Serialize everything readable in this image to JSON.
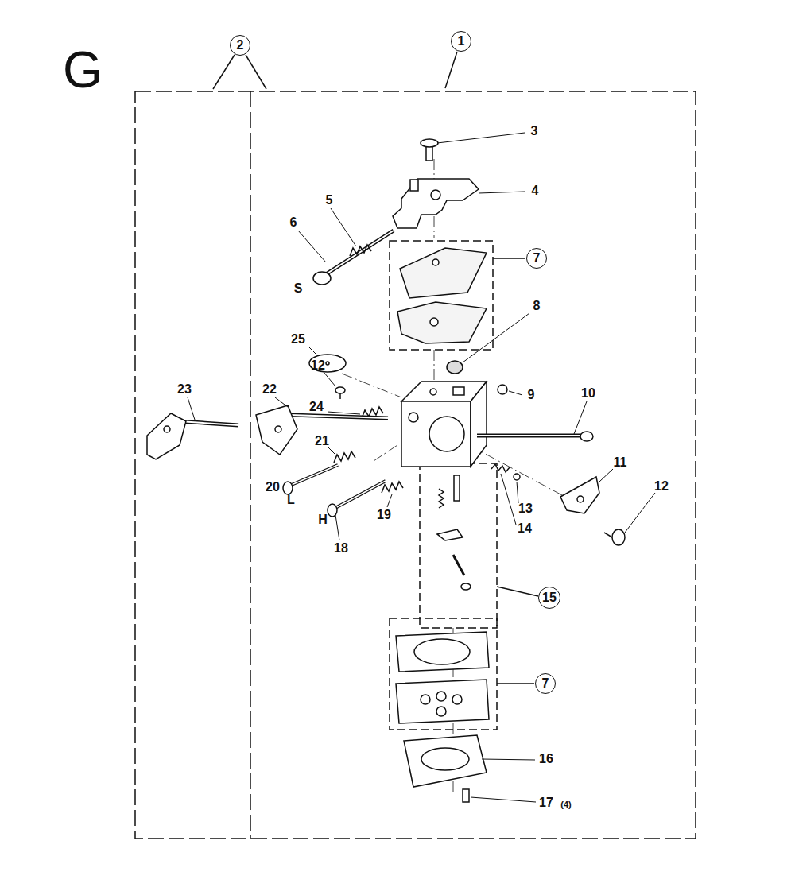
{
  "diagram": {
    "nodes": [
      {
        "text": [
          "2"
        ]
      },
      {
        "text": [
          "1"
        ]
      },
      {
        "text": [
          "7"
        ]
      },
      {
        "text": [
          "15"
        ]
      },
      {
        "text": [
          "7"
        ]
      }
    ],
    "labels": [
      "G",
      "3",
      "4",
      "5",
      "6",
      "S",
      "8",
      "25",
      "12",
      "23",
      "22",
      "24",
      "9",
      "10",
      "21",
      "11",
      "12",
      "20",
      "L",
      "13",
      "19",
      "H",
      "14",
      "18",
      "16",
      "17",
      "(4)"
    ]
  }
}
